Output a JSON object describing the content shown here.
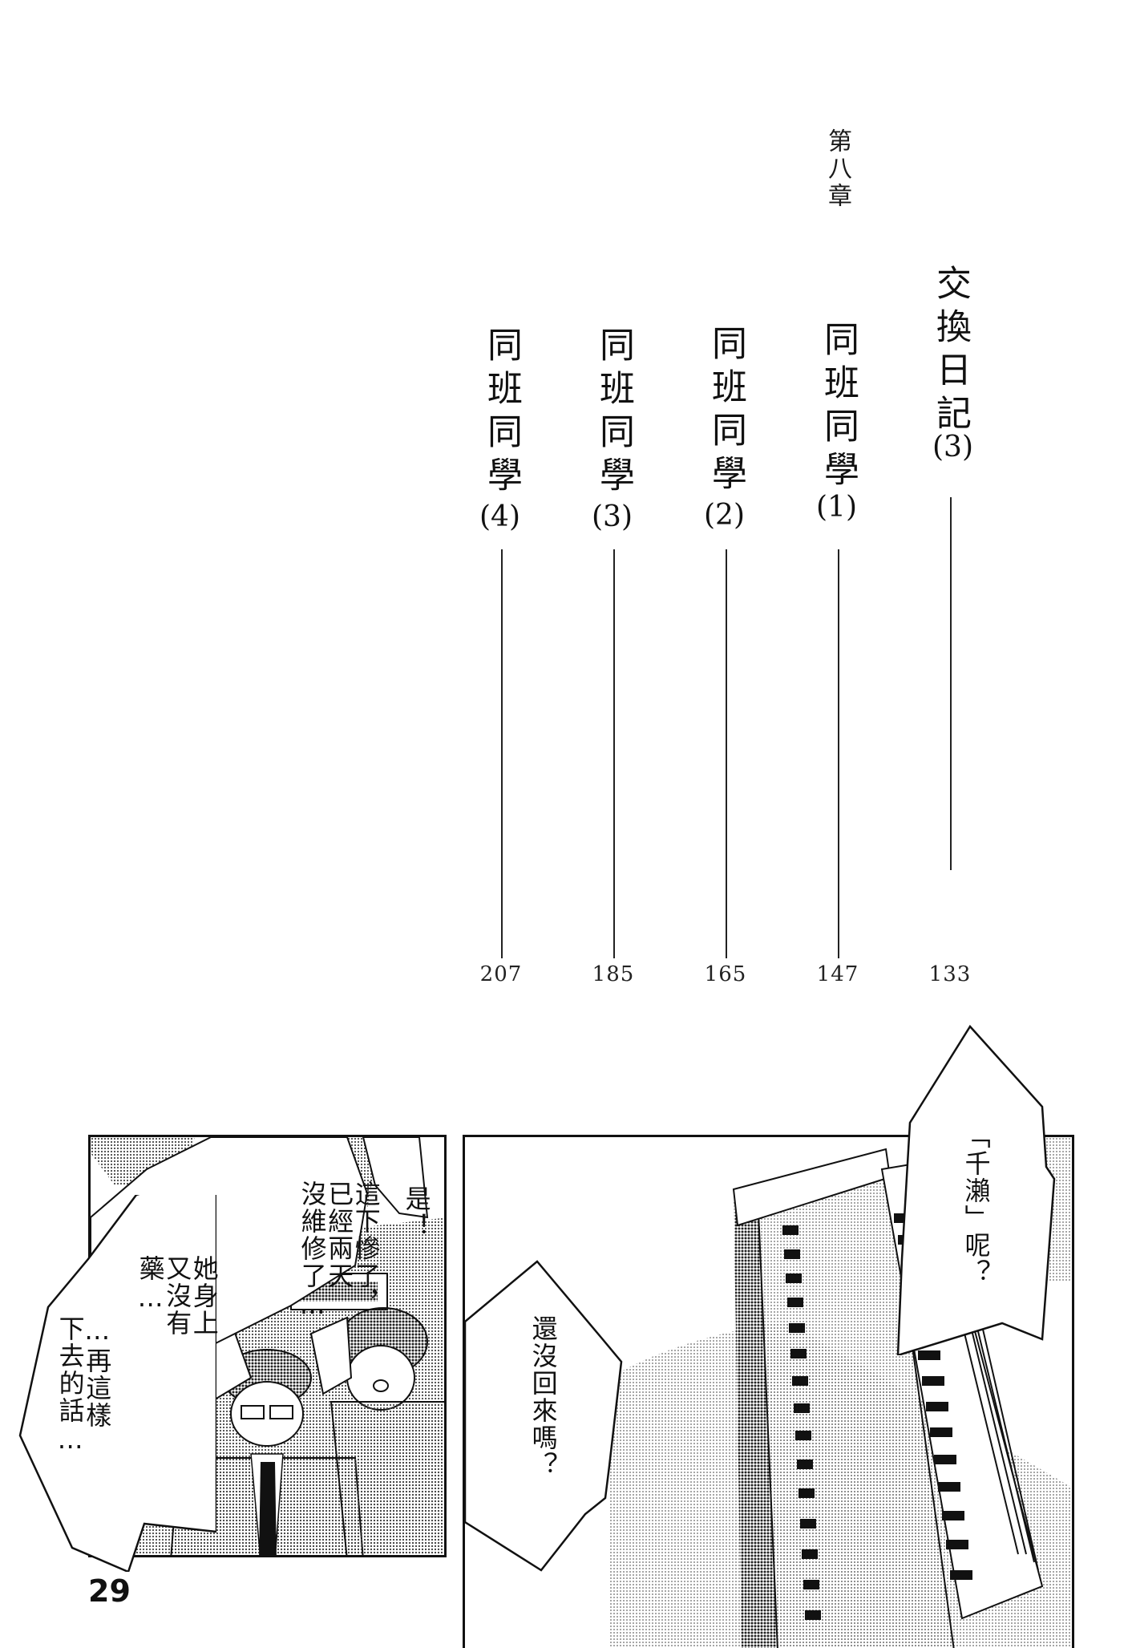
{
  "toc": {
    "chapter_label": "第八章",
    "entries": [
      {
        "title": "交換日記",
        "part": "(3)",
        "page": "133"
      },
      {
        "title": "同班同學",
        "part": "(1)",
        "page": "147"
      },
      {
        "title": "同班同學",
        "part": "(2)",
        "page": "165"
      },
      {
        "title": "同班同學",
        "part": "(3)",
        "page": "185"
      },
      {
        "title": "同班同學",
        "part": "(4)",
        "page": "207"
      }
    ]
  },
  "left_panel": {
    "bubbles": [
      {
        "text": "是！"
      },
      {
        "lines": [
          "這下慘了，",
          "已經兩天",
          "沒維修了…"
        ]
      },
      {
        "lines": [
          "她身上",
          "又沒有藥…",
          "…再這樣",
          "下去的話…"
        ]
      }
    ]
  },
  "right_panel": {
    "bubbles": [
      {
        "lines": [
          "「千瀨」",
          "呢？"
        ]
      },
      {
        "lines": [
          "還沒回來嗎？"
        ]
      }
    ]
  },
  "footer": {
    "page_number": "29"
  }
}
